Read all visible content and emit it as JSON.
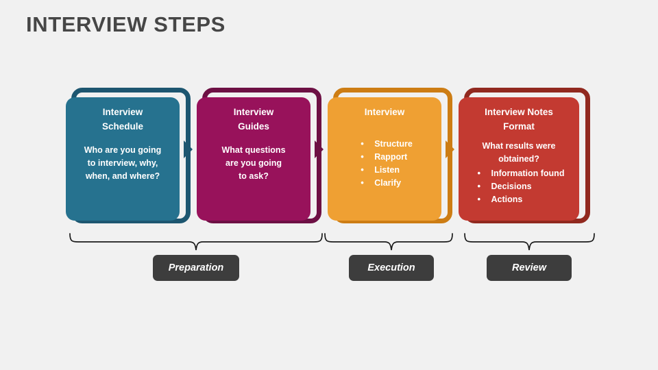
{
  "page": {
    "title": "INTERVIEW STEPS",
    "background_color": "#f1f1f1",
    "title_color": "#464646"
  },
  "diagram": {
    "type": "process-flow",
    "steps": [
      {
        "id": "interview-schedule",
        "title": "Interview\nSchedule",
        "title_line1": "Interview",
        "title_line2": "Schedule",
        "body": "Who are you going\nto interview, why,\nwhen, and where?",
        "body_line1": "Who are you going",
        "body_line2": "to interview, why,",
        "body_line3": "when, and where?",
        "bullets": [],
        "fill_color": "#26728f",
        "frame_color": "#1d5670",
        "arrow_color": "#1d5670"
      },
      {
        "id": "interview-guides",
        "title": "Interview\nGuides",
        "title_line1": "Interview",
        "title_line2": "Guides",
        "body": "What questions\nare you going\nto ask?",
        "body_line1": "What questions",
        "body_line2": "are you going",
        "body_line3": "to ask?",
        "bullets": [],
        "fill_color": "#98125b",
        "frame_color": "#6d1044",
        "arrow_color": "#6d1044"
      },
      {
        "id": "interview",
        "title": "Interview",
        "title_line1": "Interview",
        "title_line2": "",
        "body": "",
        "body_line1": "",
        "body_line2": "",
        "body_line3": "",
        "bullets": [
          "Structure",
          "Rapport",
          "Listen",
          "Clarify"
        ],
        "fill_color": "#efa033",
        "frame_color": "#cd7d14",
        "arrow_color": "#cd7d14"
      },
      {
        "id": "interview-notes-format",
        "title": "Interview Notes\nFormat",
        "title_line1": "Interview Notes",
        "title_line2": "Format",
        "body": "What results were\nobtained?",
        "body_line1": "What results were",
        "body_line2": "obtained?",
        "body_line3": "",
        "bullets": [
          "Information found",
          "Decisions",
          "Actions"
        ],
        "fill_color": "#c33a31",
        "frame_color": "#91291f",
        "arrow_color": "#91291f"
      }
    ],
    "phases": [
      {
        "id": "preparation",
        "label": "Preparation"
      },
      {
        "id": "execution",
        "label": "Execution"
      },
      {
        "id": "review",
        "label": "Review"
      }
    ],
    "phase_label_color": "#3d3d3d",
    "brace_color": "#1a1a1a"
  }
}
